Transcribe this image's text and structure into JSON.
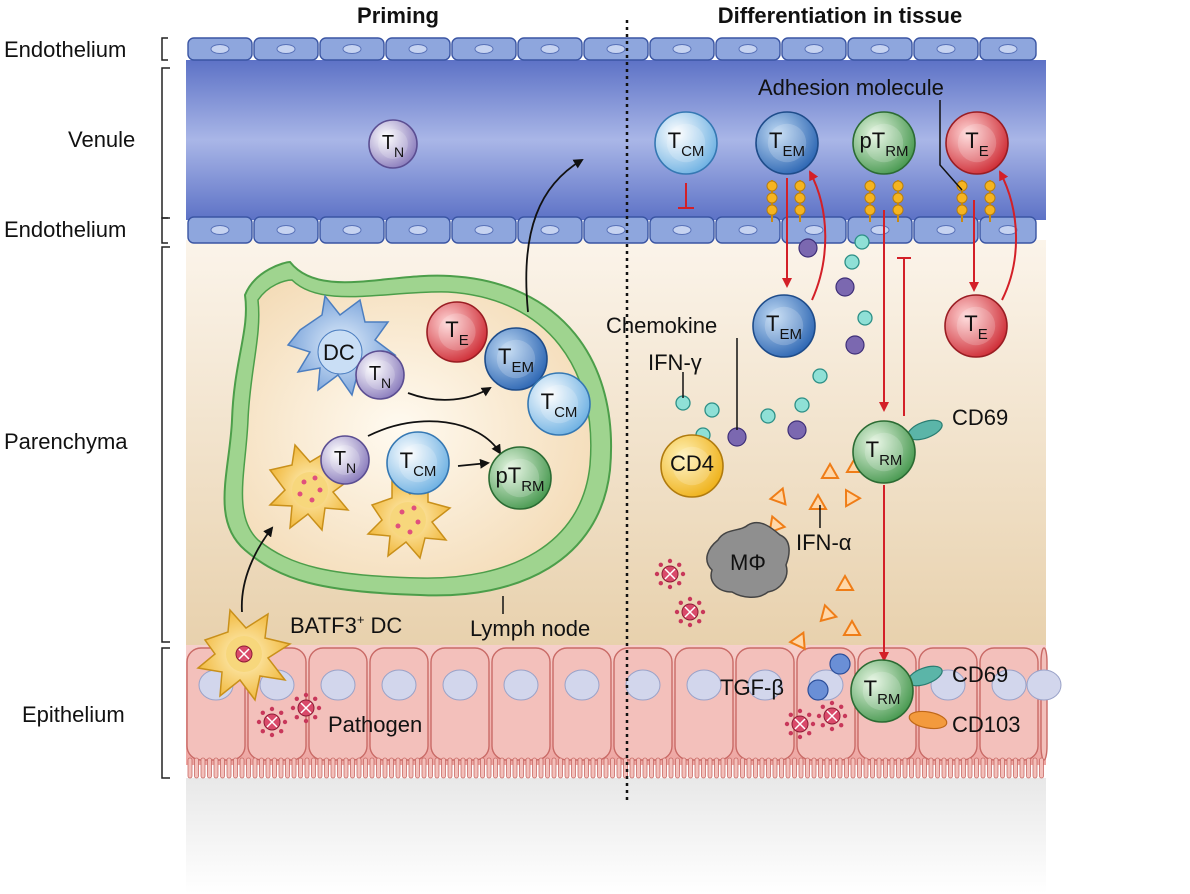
{
  "headers": {
    "priming": "Priming",
    "differentiation": "Differentiation in tissue"
  },
  "layers": {
    "endothelium_top": "Endothelium",
    "venule": "Venule",
    "endothelium_bottom": "Endothelium",
    "parenchyma": "Parenchyma",
    "epithelium": "Epithelium"
  },
  "annotations": {
    "adhesion_molecule": "Adhesion molecule",
    "chemokine": "Chemokine",
    "ifn_gamma": "IFN-γ",
    "ifn_alpha": "IFN-α",
    "cd69_upper": "CD69",
    "cd69_lower": "CD69",
    "cd103": "CD103",
    "tgf_beta": "TGF-β",
    "lymph_node": "Lymph node",
    "pathogen": "Pathogen",
    "batf3_dc_main": "BATF3",
    "batf3_dc_sup": "+",
    "batf3_dc_tail": " DC"
  },
  "cells": {
    "tn_venule": {
      "main": "T",
      "sub": "N"
    },
    "tcm_venule": {
      "main": "T",
      "sub": "CM"
    },
    "tem_venule": {
      "main": "T",
      "sub": "EM"
    },
    "ptrm_venule": {
      "pre": "p",
      "main": "T",
      "sub": "RM"
    },
    "te_venule": {
      "main": "T",
      "sub": "E"
    },
    "dc_ln": {
      "main": "DC"
    },
    "tn_ln_a": {
      "main": "T",
      "sub": "N"
    },
    "te_ln": {
      "main": "T",
      "sub": "E"
    },
    "tem_ln": {
      "main": "T",
      "sub": "EM"
    },
    "tcm_ln_a": {
      "main": "T",
      "sub": "CM"
    },
    "tn_ln_b": {
      "main": "T",
      "sub": "N"
    },
    "tcm_ln_b": {
      "main": "T",
      "sub": "CM"
    },
    "ptrm_ln": {
      "pre": "p",
      "main": "T",
      "sub": "RM"
    },
    "tem_tissue": {
      "main": "T",
      "sub": "EM"
    },
    "te_tissue": {
      "main": "T",
      "sub": "E"
    },
    "trm_tissue": {
      "main": "T",
      "sub": "RM"
    },
    "cd4": {
      "main": "CD4"
    },
    "macrophage": {
      "main": "MΦ"
    },
    "trm_epi": {
      "main": "T",
      "sub": "RM"
    }
  },
  "colors": {
    "venule": "#6f84d2",
    "endothelial_cell": "#7f9ad8",
    "parenchyma": "#f1e1c4",
    "epithelium": "#f1b9b5",
    "lymph_node": "#9fd48f",
    "naive": "#9c8fc6",
    "central_memory": "#8fc5ea",
    "effector_memory": "#3f7cc4",
    "effector": "#d9444b",
    "resident_memory": "#5ea864",
    "cd4": "#f3c030",
    "macrophage": "#8e8e8e",
    "dc": "#7fa9dc",
    "batf3_dc": "#f3bb3a",
    "chemokine_teal": "#7fd3cf",
    "chemokine_purple": "#7b68b0",
    "ifn_alpha": "#f08a25",
    "arrow_red": "#d32028"
  }
}
